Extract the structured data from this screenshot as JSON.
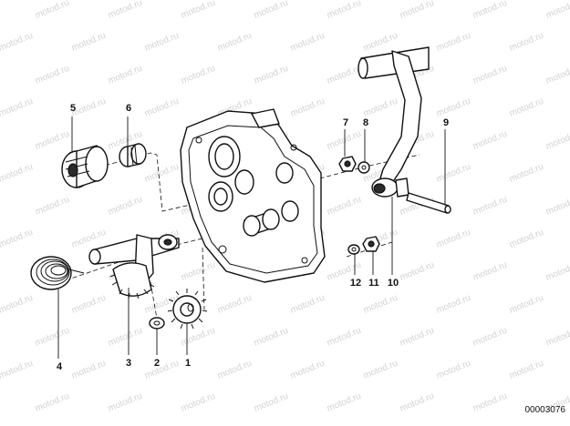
{
  "watermark": {
    "text": "motod.ru"
  },
  "document_id": "00003076",
  "callouts": {
    "c1": "1",
    "c2": "2",
    "c3": "3",
    "c4": "4",
    "c5": "5",
    "c6": "6",
    "c7": "7",
    "c8": "8",
    "c9": "9",
    "c10": "10",
    "c11": "11",
    "c12": "12"
  }
}
